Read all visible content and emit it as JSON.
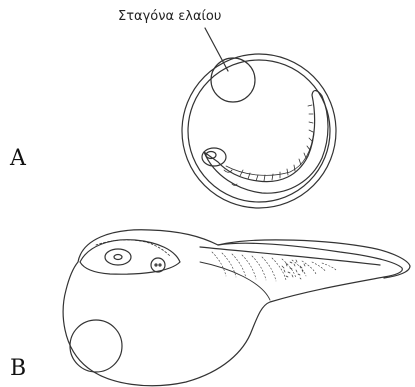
{
  "labels": {
    "oil_droplet": "Σταγόνα ελαίου",
    "panel_a": "A",
    "panel_b": "B"
  },
  "icons": {
    "panel_a_drawing": "fish-embryo-in-egg-illustration",
    "panel_b_drawing": "yolk-sac-larva-illustration"
  },
  "colors": {
    "line": "#333333",
    "background": "#ffffff"
  }
}
